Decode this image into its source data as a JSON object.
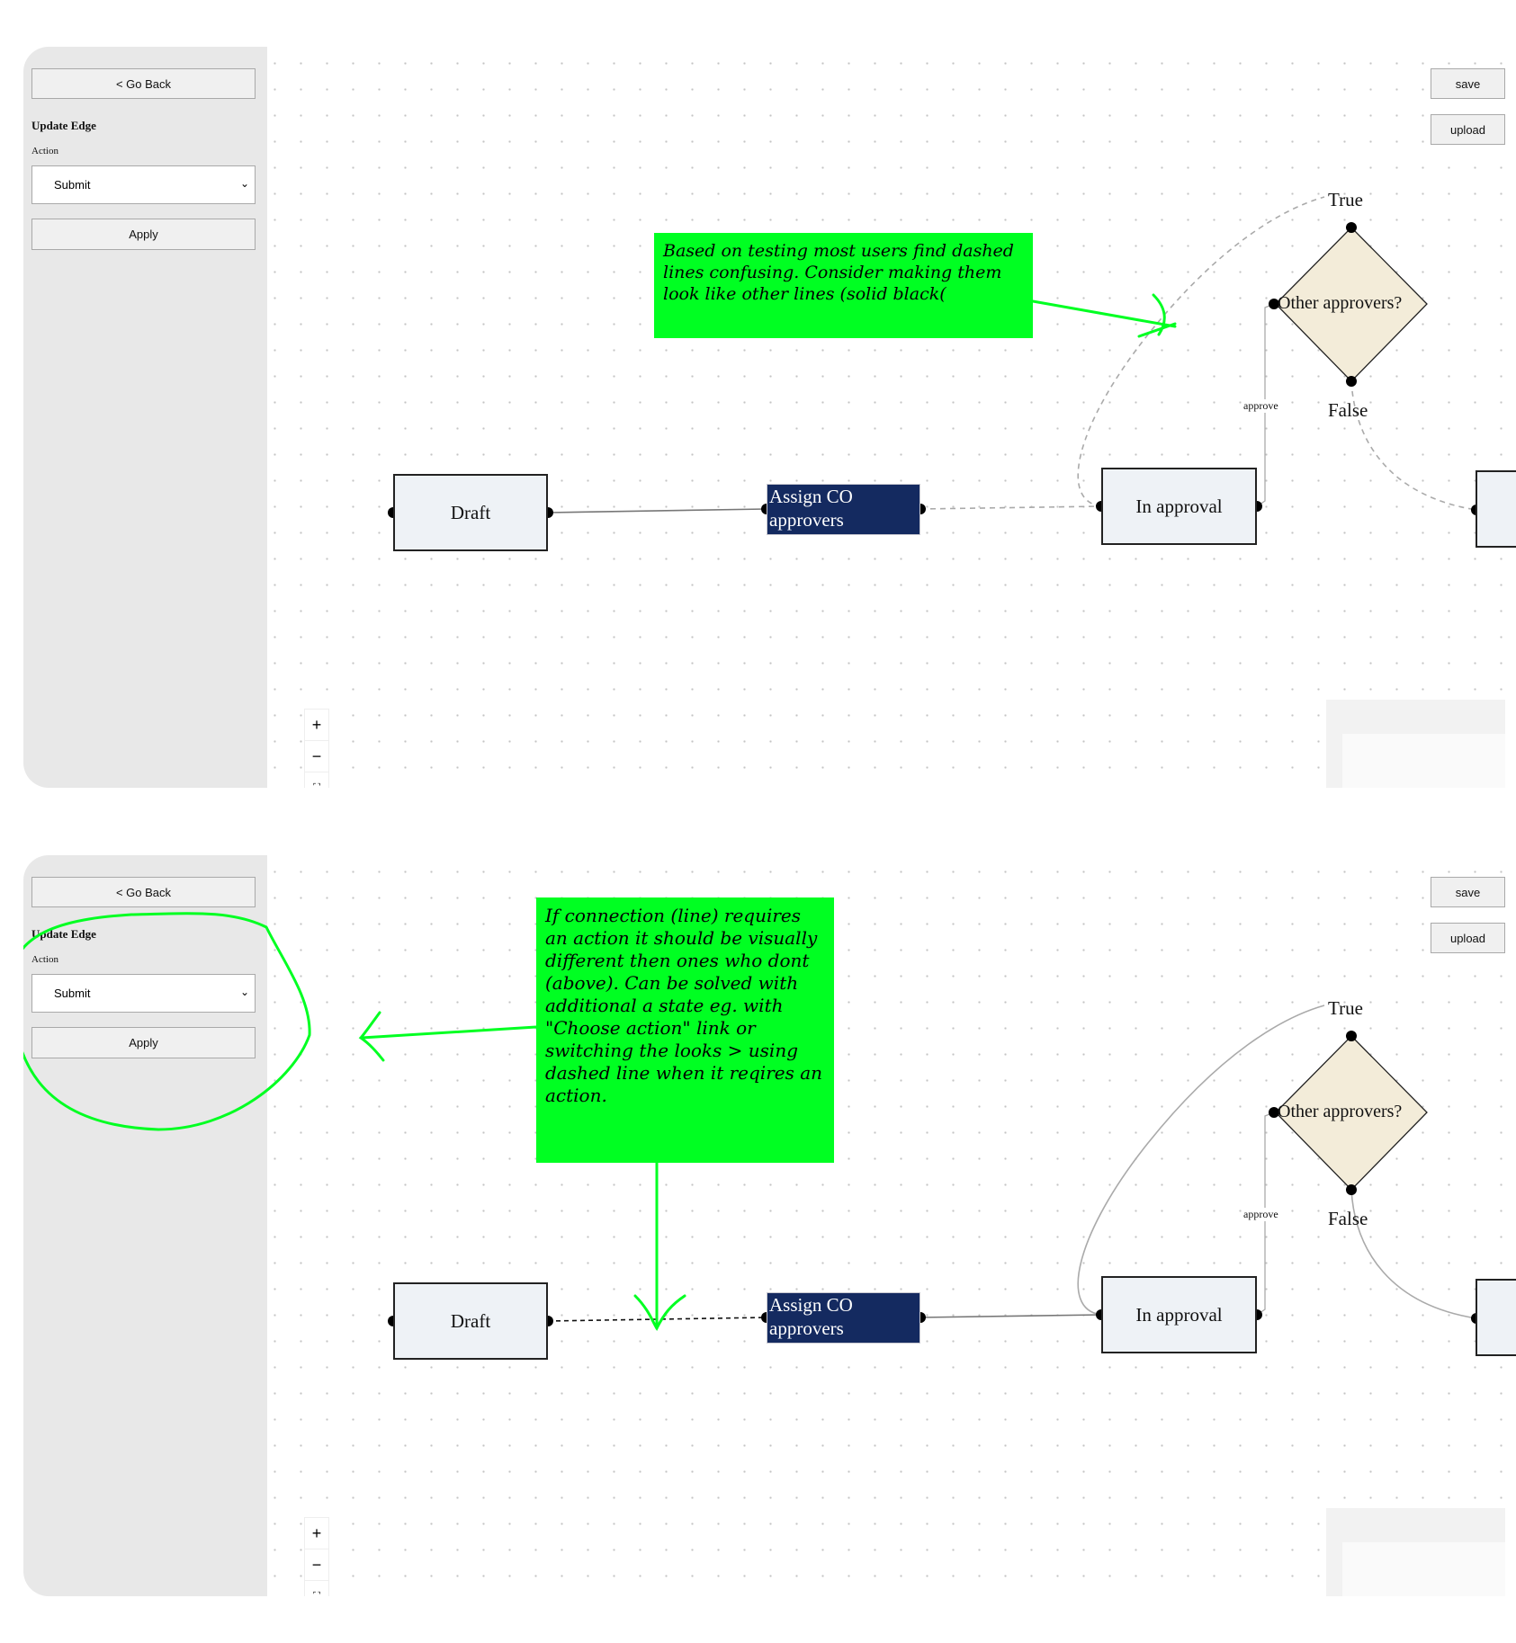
{
  "panels": [
    {
      "sidebar": {
        "go_back": "< Go Back",
        "section_title": "Update Edge",
        "action_label": "Action",
        "action_value": "Submit",
        "apply": "Apply"
      },
      "toolbar": {
        "save": "save",
        "upload": "upload"
      },
      "nodes": {
        "draft": "Draft",
        "assign_line1": "Assign CO",
        "assign_line2": "approvers",
        "in_approval": "In approval",
        "decision": "Other approvers?",
        "true_label": "True",
        "false_label": "False",
        "edge_label": "approve"
      },
      "zoom": {
        "in": "+",
        "out": "−",
        "fit": "⛶"
      },
      "note": "Based on testing most users find dashed lines confusing. Consider making them look like other lines (solid black(",
      "edge_style": {
        "draft_to_assign": "solid",
        "assign_to_approval": "dashed"
      }
    },
    {
      "sidebar": {
        "go_back": "< Go Back",
        "section_title": "Update Edge",
        "action_label": "Action",
        "action_value": "Submit",
        "apply": "Apply"
      },
      "toolbar": {
        "save": "save",
        "upload": "upload"
      },
      "nodes": {
        "draft": "Draft",
        "assign_line1": "Assign CO",
        "assign_line2": "approvers",
        "in_approval": "In approval",
        "decision": "Other approvers?",
        "true_label": "True",
        "false_label": "False",
        "edge_label": "approve"
      },
      "zoom": {
        "in": "+",
        "out": "−",
        "fit": "⛶"
      },
      "note": "If connection (line) requires an action it should be visually different then ones who dont (above). Can be solved with additional a state eg. with \"Choose action\" link or switching the looks > using dashed line when it reqires an action.",
      "edge_style": {
        "draft_to_assign": "dashed",
        "assign_to_approval": "solid"
      }
    }
  ],
  "colors": {
    "annotation": "#00ff22",
    "assign_node": "#142a60",
    "decision_fill": "#f3ecd9",
    "node_fill": "#eef2f6"
  }
}
